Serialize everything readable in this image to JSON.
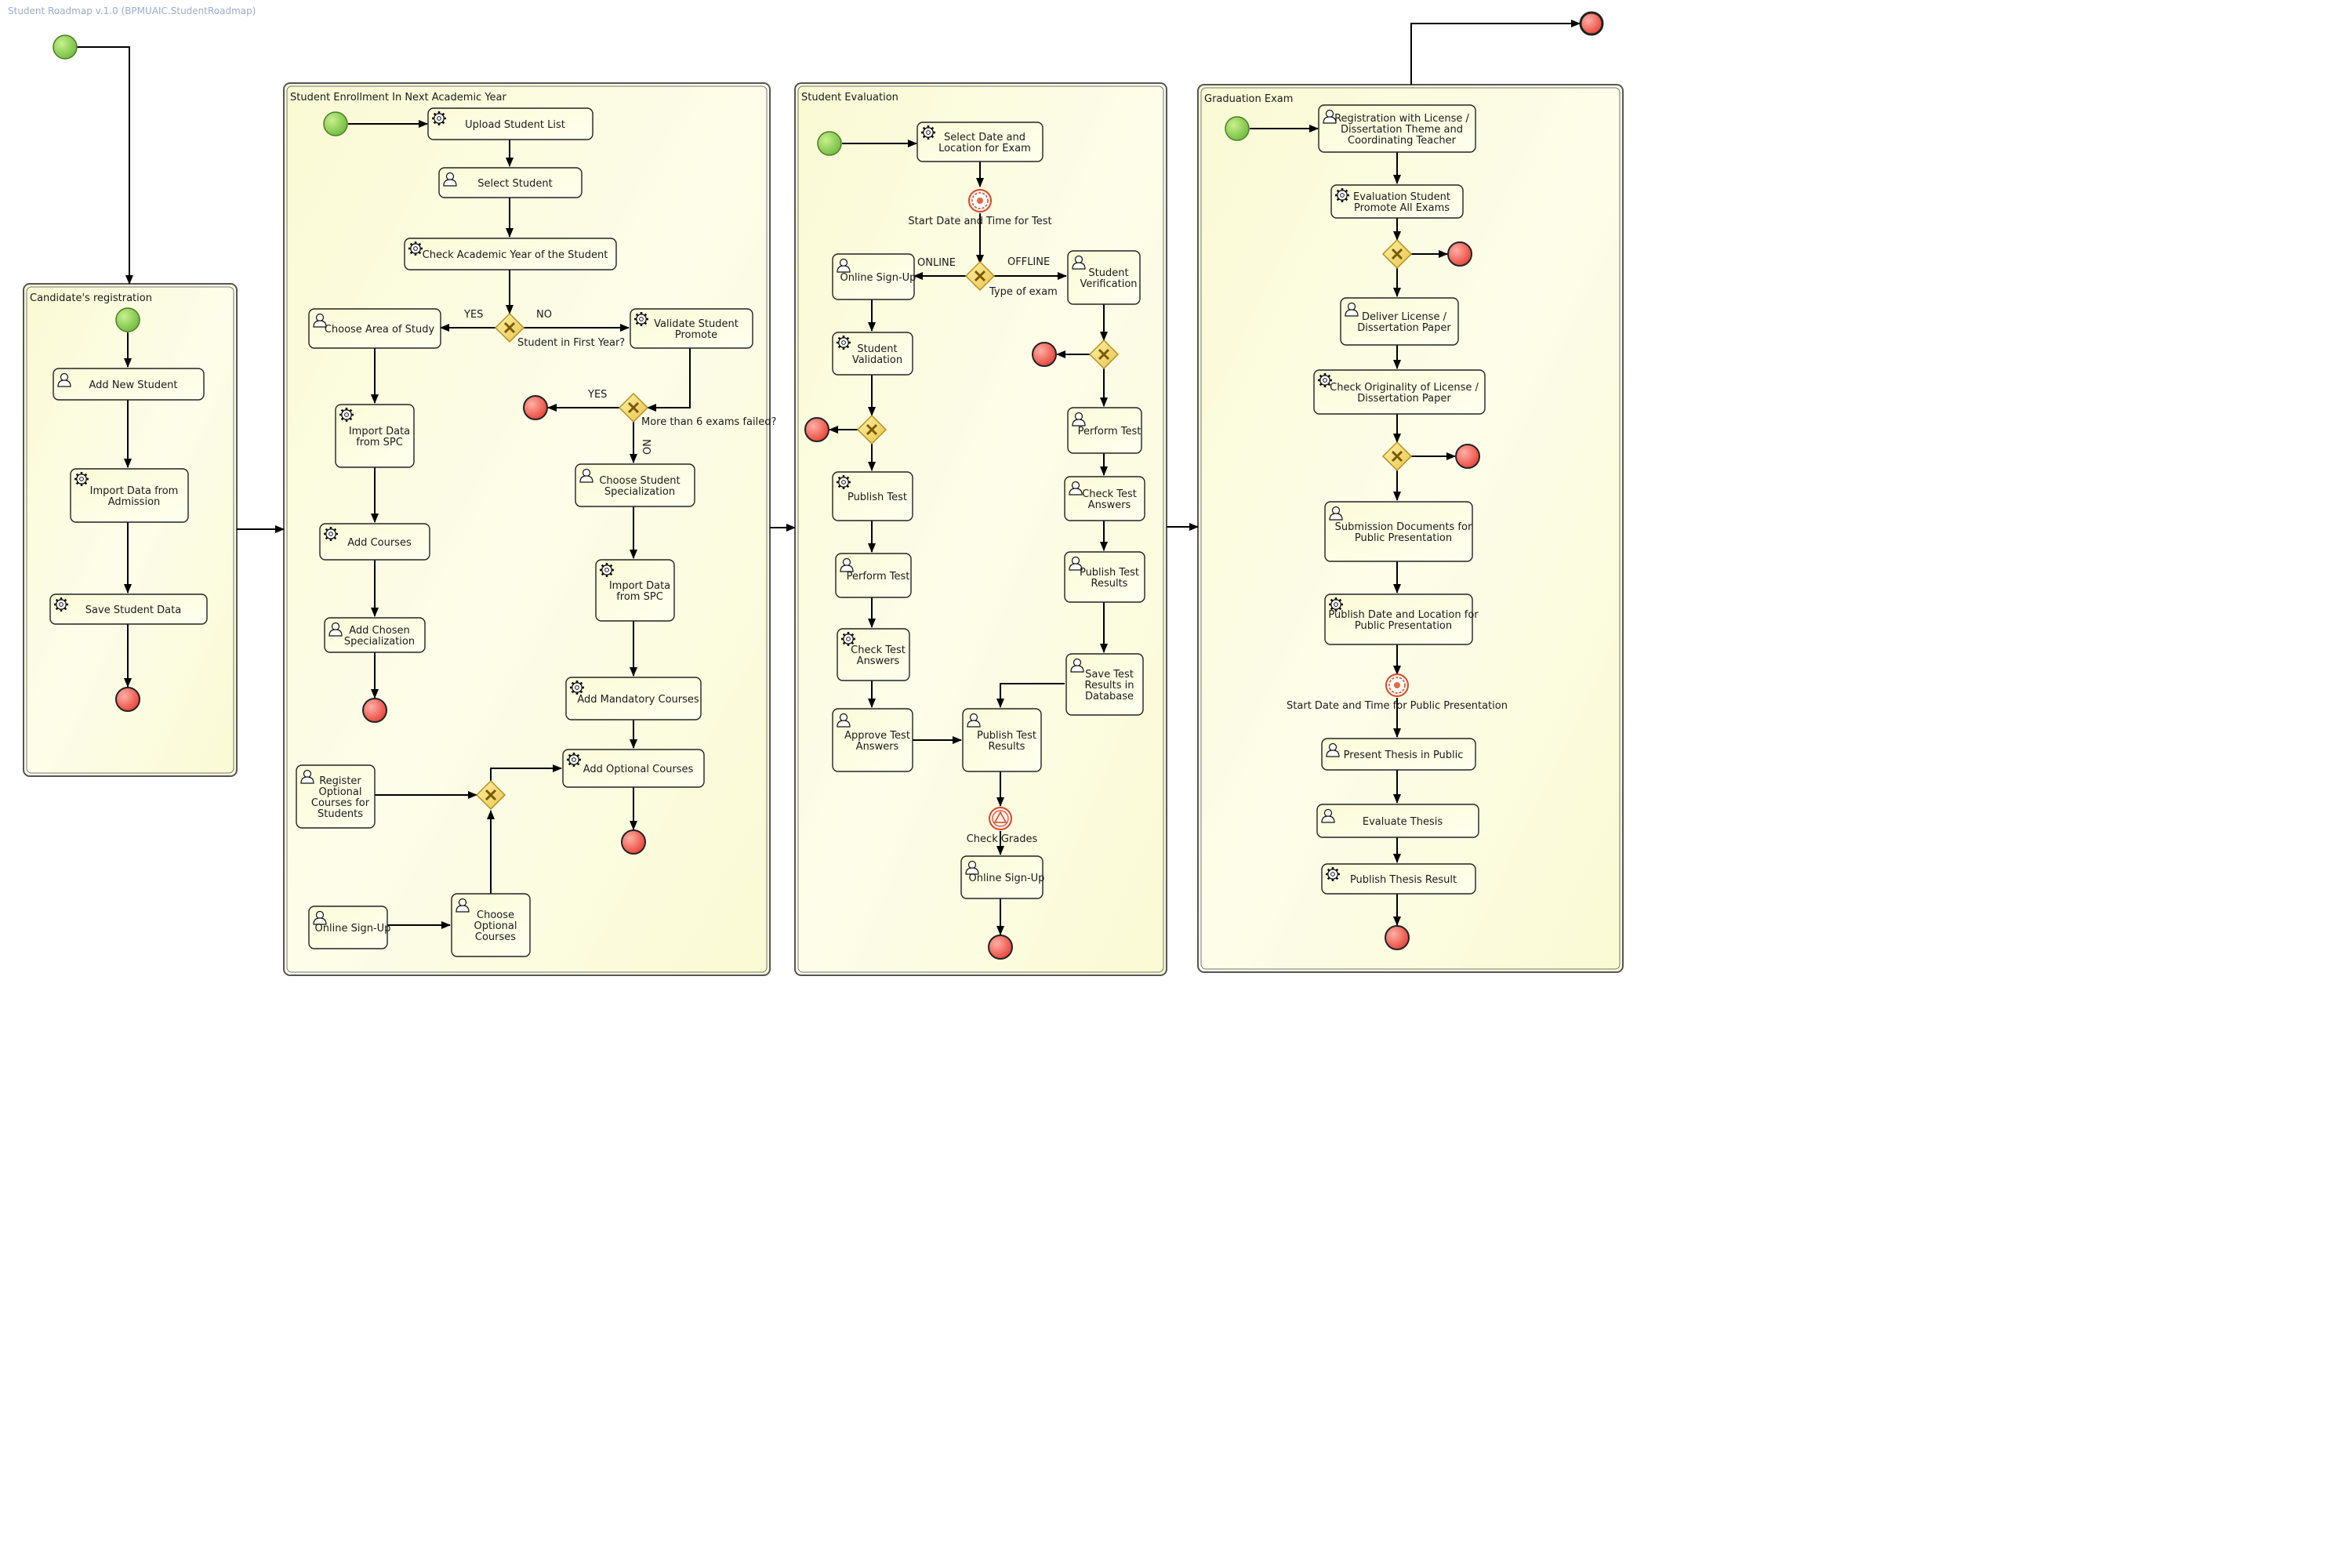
{
  "header": {
    "title": "Student Roadmap v.1.0 (BPMUAIC.StudentRoadmap)"
  },
  "subprocesses": {
    "candidate": {
      "title": "Candidate's registration"
    },
    "enrollment": {
      "title": "Student Enrollment In Next Academic Year"
    },
    "evaluation": {
      "title": "Student Evaluation"
    },
    "graduation": {
      "title": "Graduation Exam"
    }
  },
  "tasks": {
    "add_new_student": {
      "label": [
        "Add New Student"
      ],
      "kind": "user"
    },
    "import_data_admission": {
      "label": [
        "Import Data from",
        "Admission"
      ],
      "kind": "service"
    },
    "save_student_data": {
      "label": [
        "Save Student Data"
      ],
      "kind": "service"
    },
    "upload_student_list": {
      "label": [
        "Upload Student List"
      ],
      "kind": "service"
    },
    "select_student": {
      "label": [
        "Select Student"
      ],
      "kind": "user"
    },
    "check_academic_year": {
      "label": [
        "Check Academic Year of the Student"
      ],
      "kind": "service"
    },
    "choose_area_of_study": {
      "label": [
        "Choose Area of Study"
      ],
      "kind": "user"
    },
    "validate_student_promote": {
      "label": [
        "Validate Student",
        "Promote"
      ],
      "kind": "service"
    },
    "import_data_spc_1": {
      "label": [
        "Import Data",
        "from SPC"
      ],
      "kind": "service"
    },
    "add_courses": {
      "label": [
        "Add Courses"
      ],
      "kind": "service"
    },
    "add_chosen_specialization": {
      "label": [
        "Add Chosen",
        "Specialization"
      ],
      "kind": "user"
    },
    "choose_student_specialization": {
      "label": [
        "Choose Student",
        "Specialization"
      ],
      "kind": "user"
    },
    "import_data_spc_2": {
      "label": [
        "Import Data",
        "from SPC"
      ],
      "kind": "service"
    },
    "add_mandatory_courses": {
      "label": [
        "Add Mandatory Courses"
      ],
      "kind": "service"
    },
    "add_optional_courses": {
      "label": [
        "Add Optional Courses"
      ],
      "kind": "service"
    },
    "register_optional_courses": {
      "label": [
        "Register",
        "Optional",
        "Courses for",
        "Students"
      ],
      "kind": "user"
    },
    "online_signup_enroll": {
      "label": [
        "Online Sign-Up"
      ],
      "kind": "user"
    },
    "choose_optional_courses": {
      "label": [
        "Choose",
        "Optional",
        "Courses"
      ],
      "kind": "user"
    },
    "select_date_location_exam": {
      "label": [
        "Select Date and",
        "Location for Exam"
      ],
      "kind": "service"
    },
    "online_signup_eval": {
      "label": [
        "Online Sign-Up"
      ],
      "kind": "user"
    },
    "student_verification": {
      "label": [
        "Student",
        "Verification"
      ],
      "kind": "user"
    },
    "student_validation": {
      "label": [
        "Student",
        "Validation"
      ],
      "kind": "service"
    },
    "publish_test": {
      "label": [
        "Publish Test"
      ],
      "kind": "service"
    },
    "perform_test_online": {
      "label": [
        "Perform Test"
      ],
      "kind": "user"
    },
    "check_test_answers_online": {
      "label": [
        "Check Test",
        "Answers"
      ],
      "kind": "service"
    },
    "approve_test_answers": {
      "label": [
        "Approve Test",
        "Answers"
      ],
      "kind": "user"
    },
    "perform_test_offline": {
      "label": [
        "Perform Test"
      ],
      "kind": "user"
    },
    "check_test_answers_offline": {
      "label": [
        "Check Test",
        "Answers"
      ],
      "kind": "user"
    },
    "publish_test_results_offline": {
      "label": [
        "Publish Test",
        "Results"
      ],
      "kind": "user"
    },
    "save_test_results_db": {
      "label": [
        "Save Test",
        "Results in",
        "Database"
      ],
      "kind": "user"
    },
    "publish_test_results": {
      "label": [
        "Publish Test",
        "Results"
      ],
      "kind": "user"
    },
    "online_signup_grades": {
      "label": [
        "Online Sign-Up"
      ],
      "kind": "user"
    },
    "registration_license": {
      "label": [
        "Registration with License /",
        "Dissertation Theme and",
        "Coordinating Teacher"
      ],
      "kind": "user"
    },
    "evaluation_student_promote": {
      "label": [
        "Evaluation Student",
        "Promote All Exams"
      ],
      "kind": "service"
    },
    "deliver_license": {
      "label": [
        "Deliver License /",
        "Dissertation Paper"
      ],
      "kind": "user"
    },
    "check_originality": {
      "label": [
        "Check Originality of License /",
        "Dissertation Paper"
      ],
      "kind": "service"
    },
    "submission_documents": {
      "label": [
        "Submission Documents for",
        "Public Presentation"
      ],
      "kind": "user"
    },
    "publish_date_location": {
      "label": [
        "Publish Date and Location for",
        "Public Presentation"
      ],
      "kind": "service"
    },
    "present_thesis": {
      "label": [
        "Present Thesis in Public"
      ],
      "kind": "user"
    },
    "evaluate_thesis": {
      "label": [
        "Evaluate Thesis"
      ],
      "kind": "user"
    },
    "publish_thesis_result": {
      "label": [
        "Publish Thesis Result"
      ],
      "kind": "service"
    }
  },
  "labels": {
    "yes_1": "YES",
    "no_1": "NO",
    "student_first_year": "Student in First Year?",
    "yes_2": "YES",
    "no_2": "NO",
    "more_than_6": "More than 6 exams failed?",
    "start_date_test": "Start Date and Time for Test",
    "online": "ONLINE",
    "offline": "OFFLINE",
    "type_of_exam": "Type of exam",
    "check_grades": "Check Grades",
    "start_date_public": "Start Date and Time for Public Presentation"
  },
  "colors": {
    "start_event": "#8fd14f",
    "end_event": "#f0504a",
    "gateway": "#f5dc6e",
    "task_fill": "#fdfde0",
    "container_fill": "#fbfbdc"
  }
}
